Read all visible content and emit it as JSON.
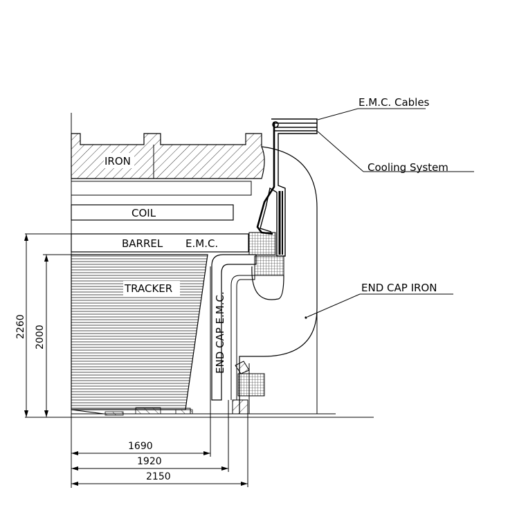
{
  "labels": {
    "iron": "IRON",
    "coil": "COIL",
    "barrel_emc_1": "BARREL",
    "barrel_emc_2": "E.M.C.",
    "tracker": "TRACKER",
    "end_cap_emc": "END CAP E.M.C.",
    "emc_cables": "E.M.C. Cables",
    "cooling_system": "Cooling System",
    "end_cap_iron": "END CAP IRON"
  },
  "dimensions": {
    "d2260": "2260",
    "d2000": "2000",
    "d1690": "1690",
    "d1920": "1920",
    "d2150": "2150"
  },
  "colors": {
    "line": "#000000",
    "background": "#ffffff"
  }
}
